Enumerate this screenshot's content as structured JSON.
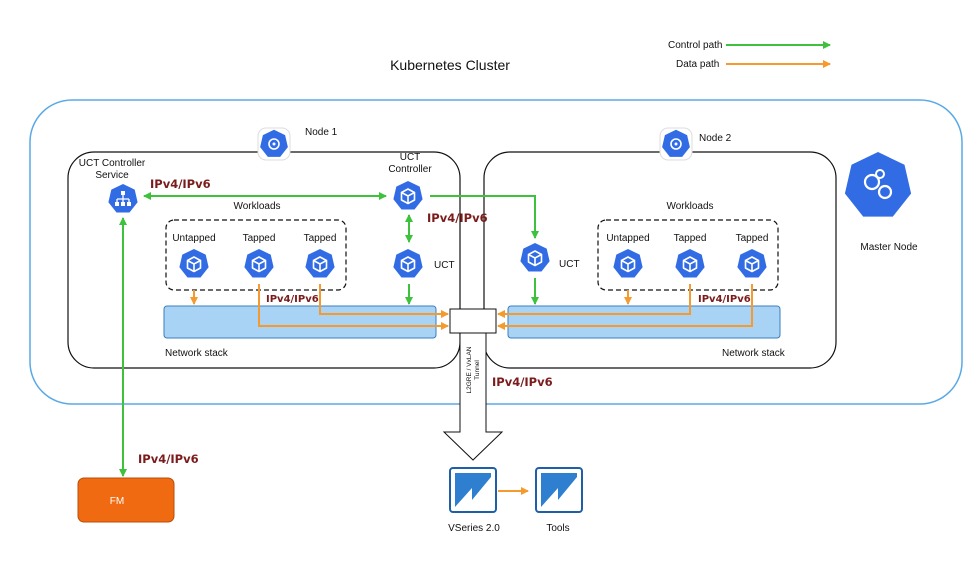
{
  "title": "Kubernetes Cluster",
  "legend": {
    "control_label": "Control path",
    "data_label": "Data path",
    "control_color": "#3ec23e",
    "data_color": "#f59a2e"
  },
  "colors": {
    "cluster_border": "#5aa9e6",
    "k8s_blue": "#326ce5",
    "netstack_fill": "#a9d3f5",
    "fm_fill": "#ef6a10",
    "ipv_text": "#7a1c1c"
  },
  "node1": {
    "label": "Node 1",
    "icon": "kubernetes-node-icon",
    "uct_controller_service": "UCT Controller\nService",
    "uct_controller_line1": "UCT",
    "uct_controller_line2": "Controller",
    "workloads_label": "Workloads",
    "uct_label": "UCT",
    "pods": [
      "Untapped",
      "Tapped",
      "Tapped"
    ],
    "network_stack": "Network stack"
  },
  "node2": {
    "label": "Node 2",
    "icon": "kubernetes-node-icon",
    "workloads_label": "Workloads",
    "uct_label": "UCT",
    "pods": [
      "Untapped",
      "Tapped",
      "Tapped"
    ],
    "network_stack": "Network stack"
  },
  "master": {
    "label": "Master Node",
    "icon": "kubernetes-control-plane-icon"
  },
  "tunnel_label": "L2GRE / VxLAN\nTunnel",
  "ipv_labels": {
    "controller_service_link": "IPv4/IPv6",
    "controller_to_node2": "IPv4/IPv6",
    "node1_tapped": "IPv4/IPv6",
    "node2_tapped": "IPv4/IPv6",
    "tunnel": "IPv4/IPv6",
    "fm_link": "IPv4/IPv6"
  },
  "fm_label": "FM",
  "vseries_label": "VSeries 2.0",
  "tools_label": "Tools"
}
